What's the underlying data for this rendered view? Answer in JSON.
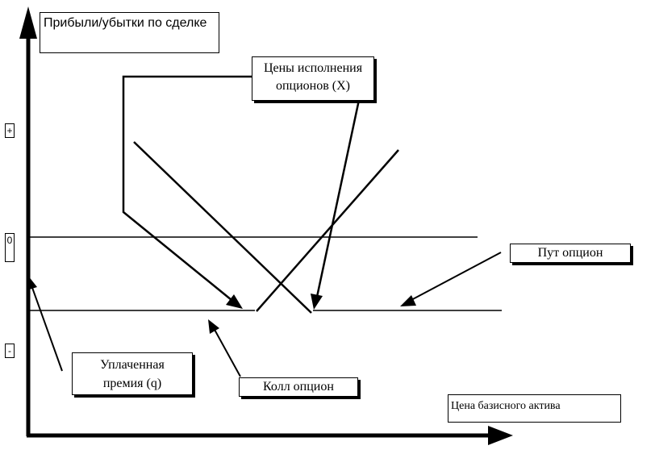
{
  "labels": {
    "y_axis": "Прибыли/убытки по сделке",
    "strike_prices_line1": "Цены исполнения",
    "strike_prices_line2": "опционов (X)",
    "put_option": "Пут опцион",
    "premium_line1": "Уплаченная",
    "premium_line2": "премия (q)",
    "call_option": "Колл опцион",
    "x_axis": "Цена базисного актива"
  },
  "signs": {
    "plus": "+",
    "zero": "0",
    "minus": "-"
  },
  "colors": {
    "line": "#000000",
    "background": "#ffffff"
  }
}
